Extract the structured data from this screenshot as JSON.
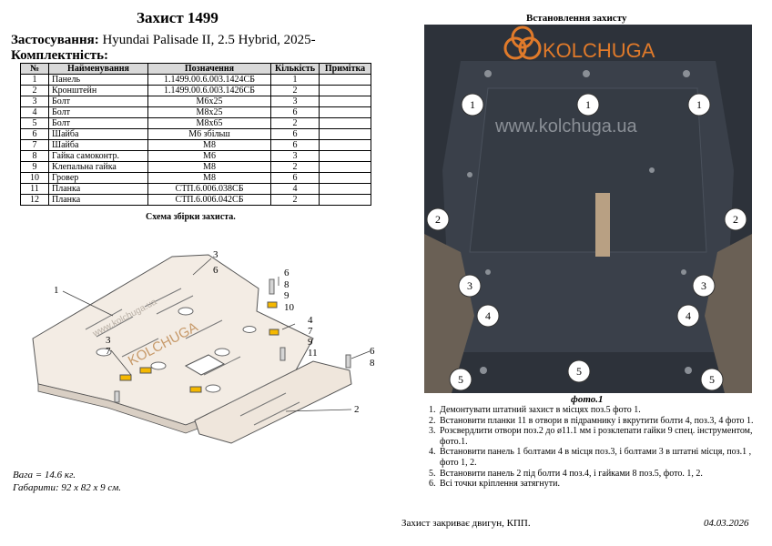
{
  "title": "Захист 1499",
  "usage_label": "Застосування:",
  "usage_value": "Hyundai Palisade II, 2.5 Hybrid, 2025-",
  "kit_label": "Комплектність:",
  "table": {
    "headers": [
      "№",
      "Найменування",
      "Позначення",
      "Кількість",
      "Примітка"
    ],
    "rows": [
      {
        "no": "1",
        "name": "Панель",
        "code": "1.1499.00.6.003.1424СБ",
        "qty": "1",
        "note": ""
      },
      {
        "no": "2",
        "name": "Кронштейн",
        "code": "1.1499.00.6.003.1426СБ",
        "qty": "2",
        "note": ""
      },
      {
        "no": "3",
        "name": "Болт",
        "code": "M6x25",
        "qty": "3",
        "note": ""
      },
      {
        "no": "4",
        "name": "Болт",
        "code": "M8x25",
        "qty": "6",
        "note": ""
      },
      {
        "no": "5",
        "name": "Болт",
        "code": "M8x65",
        "qty": "2",
        "note": ""
      },
      {
        "no": "6",
        "name": "Шайба",
        "code": "M6 збільш",
        "qty": "6",
        "note": ""
      },
      {
        "no": "7",
        "name": "Шайба",
        "code": "M8",
        "qty": "6",
        "note": ""
      },
      {
        "no": "8",
        "name": "Гайка самоконтр.",
        "code": "M6",
        "qty": "3",
        "note": ""
      },
      {
        "no": "9",
        "name": "Клепальна гайка",
        "code": "M8",
        "qty": "2",
        "note": ""
      },
      {
        "no": "10",
        "name": "Гровер",
        "code": "M8",
        "qty": "6",
        "note": ""
      },
      {
        "no": "11",
        "name": "Планка",
        "code": "СТП.6.006.038СБ",
        "qty": "4",
        "note": ""
      },
      {
        "no": "12",
        "name": "Планка",
        "code": "СТП.6.006.042СБ",
        "qty": "2",
        "note": ""
      }
    ]
  },
  "scheme_title": "Схема збірки захиста.",
  "weight": "Вага = 14.6 кг.",
  "dims": "Габарити: 92 x 82 x 9 см.",
  "install_title": "Встановлення захисту",
  "photo": {
    "brand": "KOLCHUGA",
    "watermark": "www.kolchuga.ua",
    "callouts": [
      "1",
      "1",
      "1",
      "2",
      "2",
      "3",
      "3",
      "4",
      "4",
      "5",
      "5",
      "5"
    ]
  },
  "drawing": {
    "brand": "KOLCHUGA",
    "watermark": "www.kolchuga.ua",
    "labels": [
      "1",
      "3",
      "6",
      "6",
      "8",
      "9",
      "10",
      "4",
      "7",
      "9",
      "11",
      "3",
      "7",
      "6",
      "8",
      "2"
    ]
  },
  "photo_caption": "фото.1",
  "steps": [
    "Демонтувати штатний захист в місцях поз.5 фото 1.",
    "Встановити планки 11 в отвори в підрамнику і вкрутити болти 4, поз.3, 4 фото 1.",
    "Розсвердлити отвори поз.2 до ø11.1 мм і розклепати гайки 9 спец. інструментом, фото.1.",
    "Встановити панель 1 болтами 4 в місця поз.3, і болтами 3 в штатні місця, поз.1 , фото 1, 2.",
    "Встановити панель 2 під болти 4 поз.4, і гайками 8 поз.5, фото. 1, 2.",
    "Всі точки кріплення затягнути."
  ],
  "footer_note": "Захист закриває двигун, КПП.",
  "footer_date": "04.03.2026",
  "colors": {
    "table_header": "#d9d9d9",
    "photo_bg": "#2b3038",
    "accent": "#e07a2a"
  }
}
